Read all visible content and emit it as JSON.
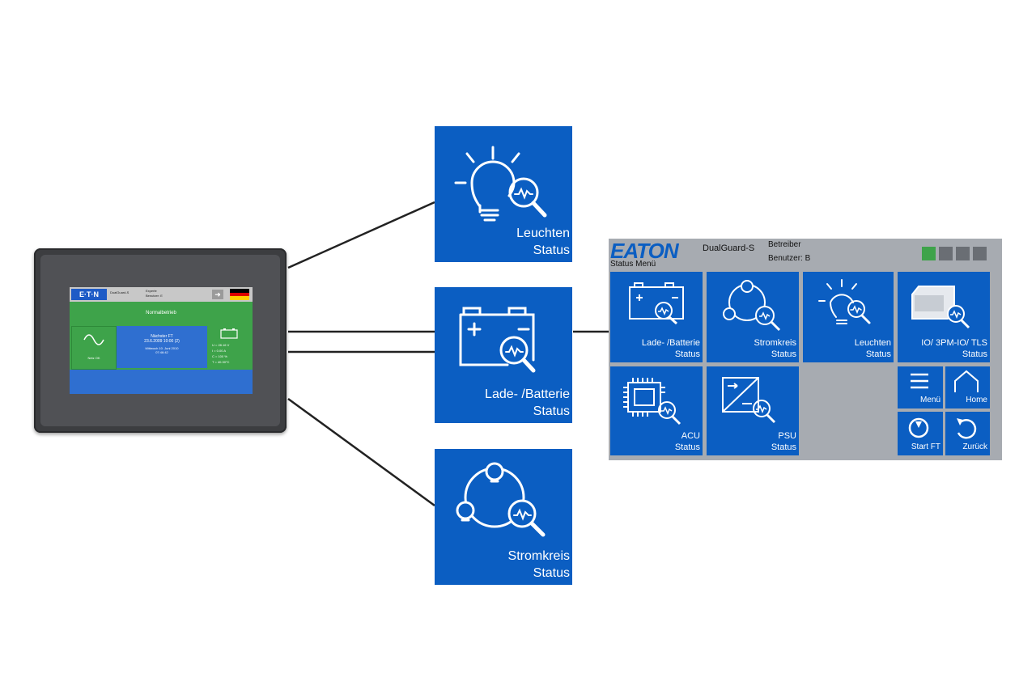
{
  "device": {
    "logo": "E·T·N",
    "model": "DualGuard-S",
    "user_line1": "Experte",
    "user_line2": "Benutzer: E",
    "status": "Normalbetrieb",
    "mains_label": "Netz OK",
    "next_ft_title": "Nächster FT",
    "next_ft_date": "23.6.2009 10:00 (2)",
    "day_line": "Mittwoch 10. Juni 2010",
    "time": "07:46:42",
    "battery_values": [
      "U = 28.16 V",
      "I = 0.00 A",
      "C = 100 %",
      "T = 40.30°C"
    ],
    "exit_icon": "exit-icon",
    "flag": "german-flag",
    "flag_colors": [
      "#000000",
      "#dd0000",
      "#ffce00"
    ]
  },
  "tiles": {
    "leuchten": {
      "line1": "Leuchten",
      "line2": "Status",
      "icon": "lamp-magnifier-icon"
    },
    "lade": {
      "line1": "Lade- /Batterie",
      "line2": "Status",
      "icon": "battery-magnifier-icon"
    },
    "stromkreis": {
      "line1": "Stromkreis",
      "line2": "Status",
      "icon": "circuit-magnifier-icon"
    }
  },
  "menu": {
    "logo": "EATON",
    "model": "DualGuard-S",
    "role": "Betreiber",
    "user": "Benutzer: B",
    "title": "Status Menü",
    "indicator_colors": [
      "#3ea34a",
      "#6a6e74",
      "#6a6e74",
      "#6a6e74"
    ],
    "tiles": [
      {
        "line1": "Lade- /Batterie",
        "line2": "Status"
      },
      {
        "line1": "Stromkreis",
        "line2": "Status"
      },
      {
        "line1": "Leuchten",
        "line2": "Status"
      },
      {
        "line1": "IO/ 3PM-IO/ TLS",
        "line2": "Status"
      },
      {
        "line1": "ACU",
        "line2": "Status"
      },
      {
        "line1": "PSU",
        "line2": "Status"
      }
    ],
    "small_buttons": [
      {
        "label": "Menü",
        "icon": "menu-icon"
      },
      {
        "label": "Home",
        "icon": "home-icon"
      },
      {
        "label": "Start FT",
        "icon": "start-ft-icon"
      },
      {
        "label": "Zurück",
        "icon": "back-icon"
      }
    ]
  },
  "colors": {
    "tile_blue": "#0b5ec2",
    "menu_bg": "#a7abb1",
    "status_green": "#3ea34a"
  }
}
